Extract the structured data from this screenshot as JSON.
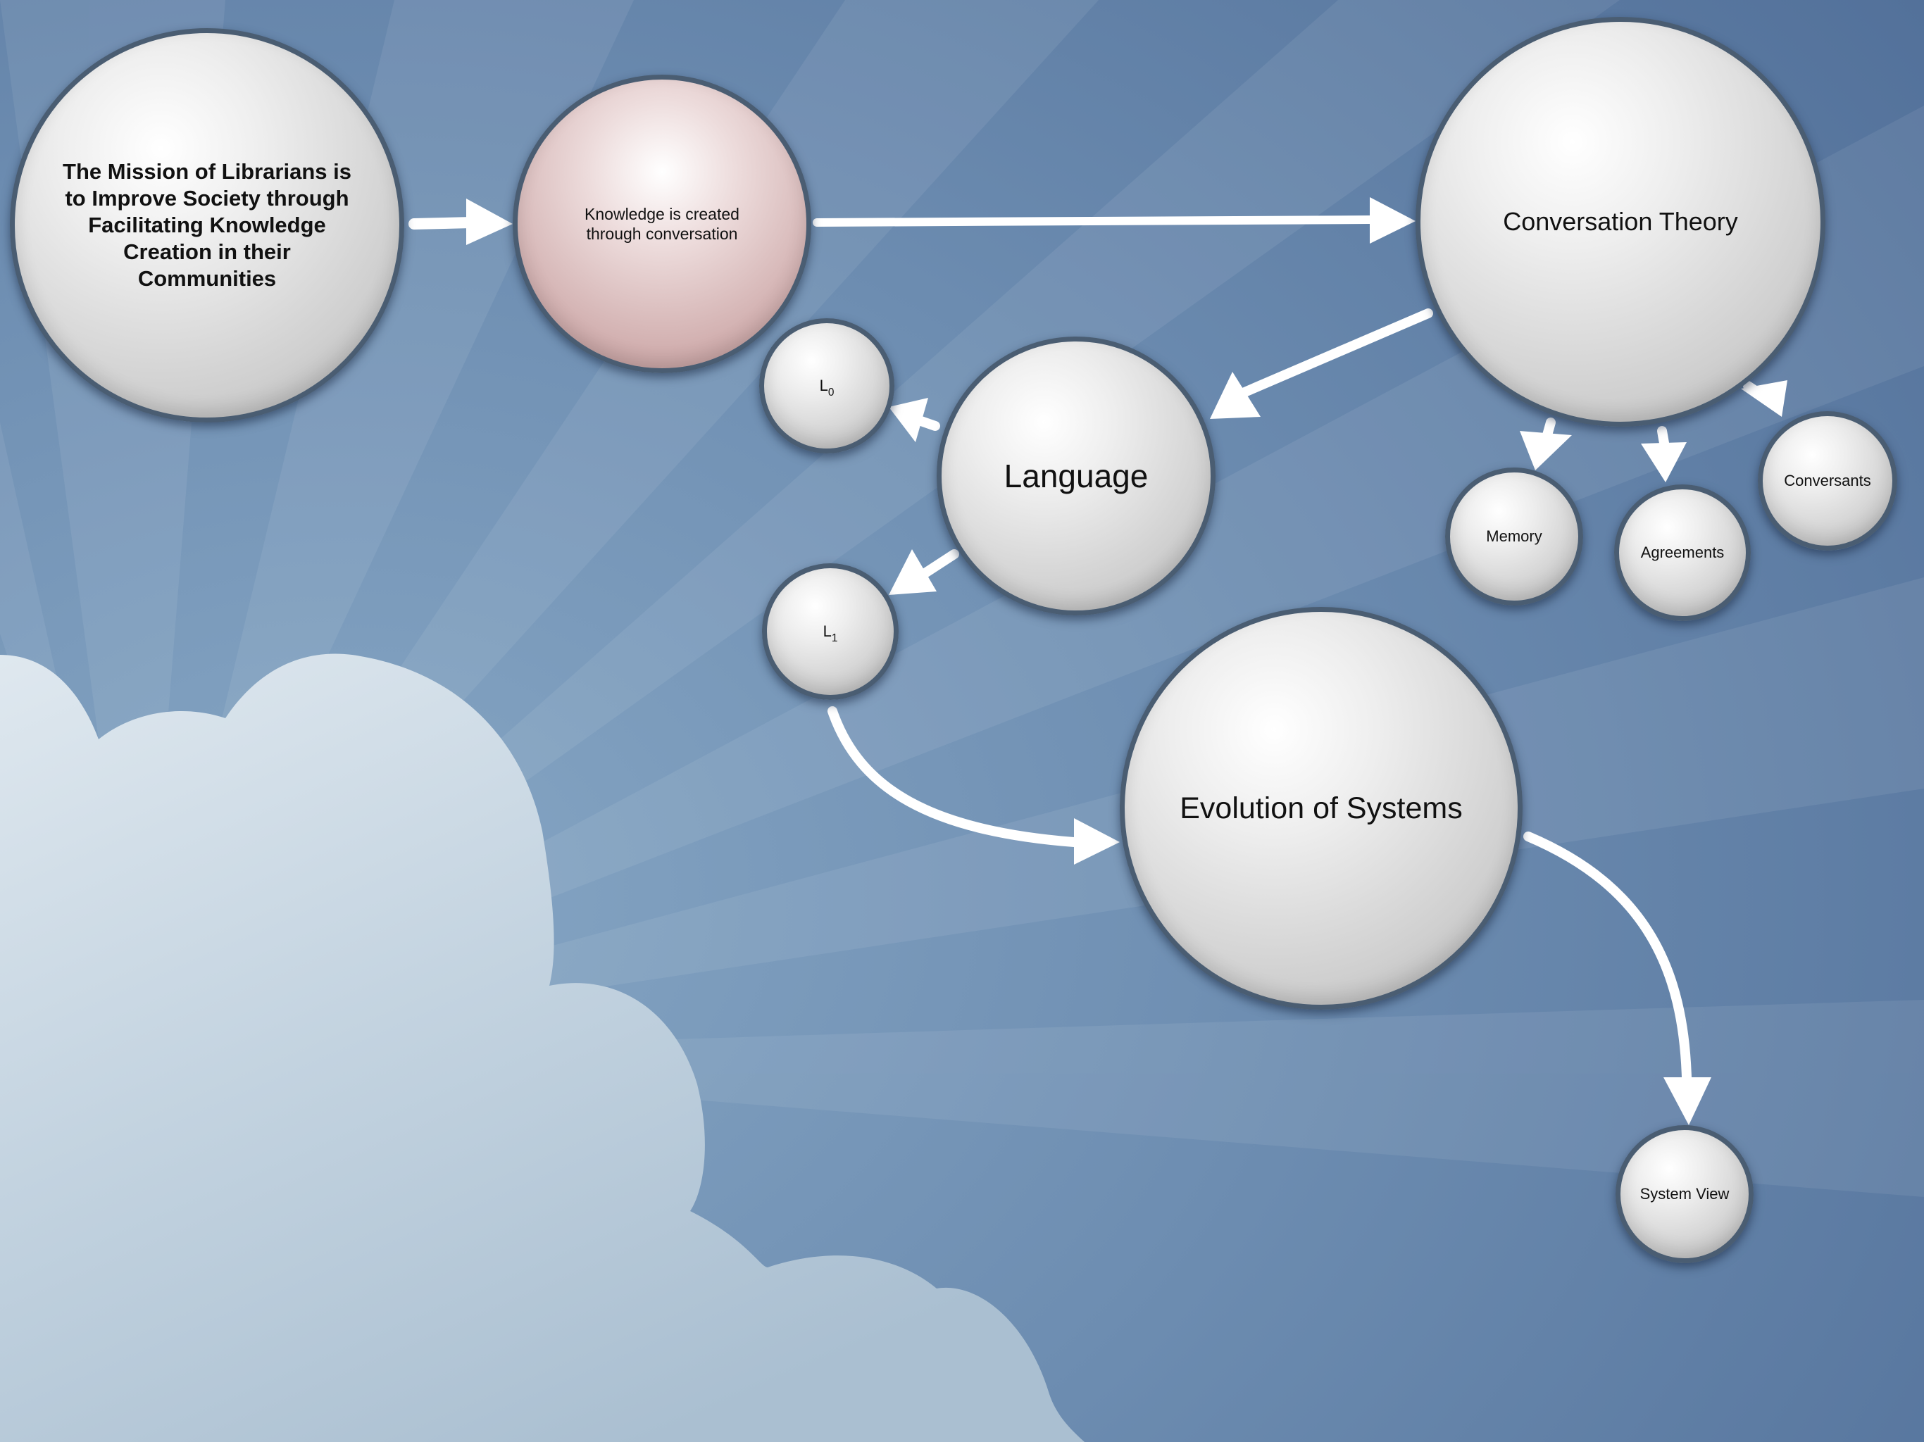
{
  "nodes": {
    "mission": "The Mission of Librarians is to Improve Society through Facilitating Knowledge Creation in their Communities",
    "knowledge": "Knowledge is created through conversation",
    "conversation_theory": "Conversation Theory",
    "language": "Language",
    "l0": {
      "base": "L",
      "sub": "0"
    },
    "l1": {
      "base": "L",
      "sub": "1"
    },
    "memory": "Memory",
    "agreements": "Agreements",
    "conversants": "Conversants",
    "evolution": "Evolution of Systems",
    "system_view": "System View"
  },
  "colors": {
    "sky": "#5f7fa3",
    "node_border": "#4a5d72",
    "arrow": "#ffffff",
    "knowledge_node_tint": "#c9a2a2"
  }
}
